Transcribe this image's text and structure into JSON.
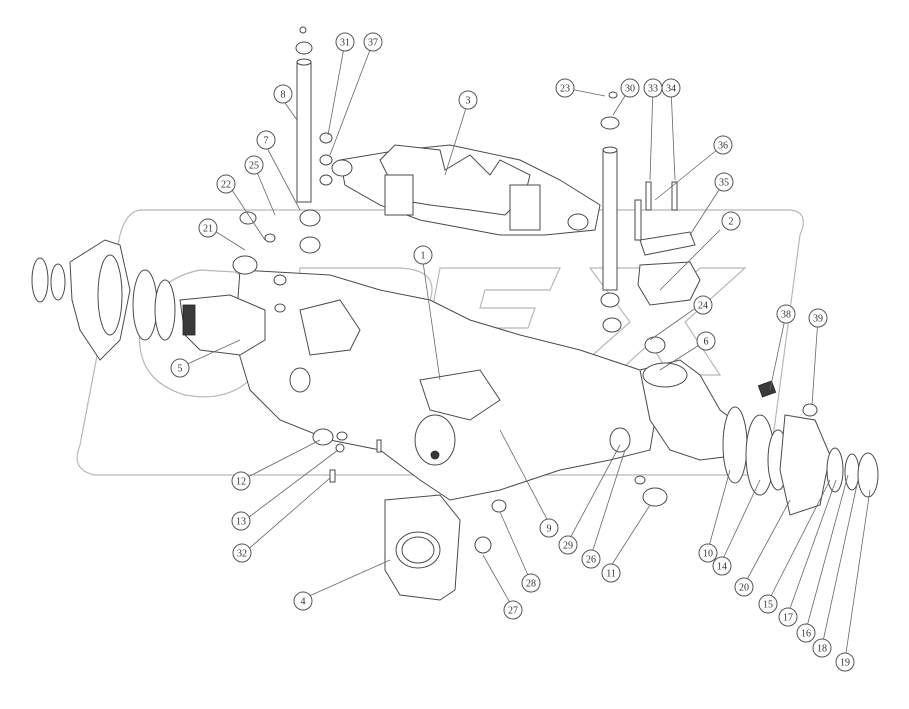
{
  "watermark": {
    "text": "OPEX"
  },
  "corner_note": "",
  "callouts": [
    {
      "id": "c1",
      "number": "1"
    },
    {
      "id": "c2",
      "number": "2"
    },
    {
      "id": "c3",
      "number": "3"
    },
    {
      "id": "c4",
      "number": "4"
    },
    {
      "id": "c5",
      "number": "5"
    },
    {
      "id": "c6",
      "number": "6"
    },
    {
      "id": "c7",
      "number": "7"
    },
    {
      "id": "c8",
      "number": "8"
    },
    {
      "id": "c9",
      "number": "9"
    },
    {
      "id": "c10",
      "number": "10"
    },
    {
      "id": "c11",
      "number": "11"
    },
    {
      "id": "c12",
      "number": "12"
    },
    {
      "id": "c13",
      "number": "13"
    },
    {
      "id": "c14",
      "number": "14"
    },
    {
      "id": "c15",
      "number": "15"
    },
    {
      "id": "c16",
      "number": "16"
    },
    {
      "id": "c17",
      "number": "17"
    },
    {
      "id": "c18",
      "number": "18"
    },
    {
      "id": "c19",
      "number": "19"
    },
    {
      "id": "c20",
      "number": "20"
    },
    {
      "id": "c21",
      "number": "21"
    },
    {
      "id": "c22",
      "number": "22"
    },
    {
      "id": "c23",
      "number": "23"
    },
    {
      "id": "c24",
      "number": "24"
    },
    {
      "id": "c25",
      "number": "25"
    },
    {
      "id": "c26",
      "number": "26"
    },
    {
      "id": "c27",
      "number": "27"
    },
    {
      "id": "c28",
      "number": "28"
    },
    {
      "id": "c29",
      "number": "29"
    },
    {
      "id": "c30",
      "number": "30"
    },
    {
      "id": "c31",
      "number": "31"
    },
    {
      "id": "c32",
      "number": "32"
    },
    {
      "id": "c33",
      "number": "33"
    },
    {
      "id": "c34",
      "number": "34"
    },
    {
      "id": "c35",
      "number": "35"
    },
    {
      "id": "c36",
      "number": "36"
    },
    {
      "id": "c37",
      "number": "37"
    },
    {
      "id": "c38",
      "number": "38"
    },
    {
      "id": "c39",
      "number": "39"
    }
  ]
}
